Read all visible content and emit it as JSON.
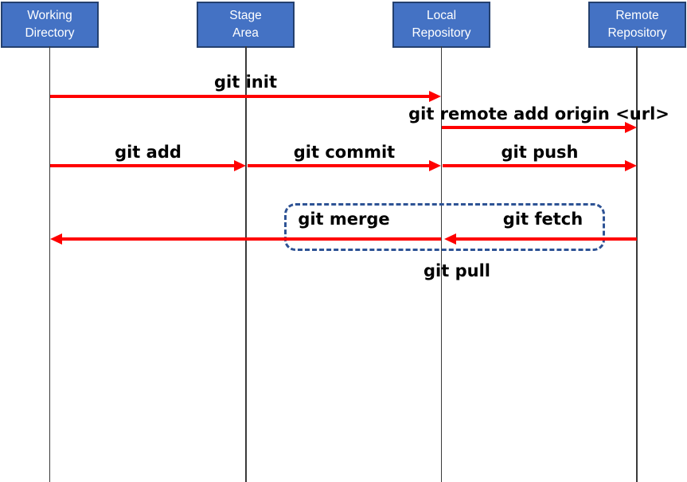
{
  "diagram": {
    "type": "sequence-diagram",
    "actors": [
      {
        "id": "working-directory",
        "label": "Working\nDirectory"
      },
      {
        "id": "stage-area",
        "label": "Stage\nArea"
      },
      {
        "id": "local-repository",
        "label": "Local\nRepository"
      },
      {
        "id": "remote-repository",
        "label": "Remote\nRepository"
      }
    ],
    "messages": [
      {
        "label": "git init",
        "from": "Working Directory",
        "to": "Local Repository"
      },
      {
        "label": "git remote add origin <url>",
        "from": "Local Repository",
        "to": "Remote Repository"
      },
      {
        "label": "git add",
        "from": "Working Directory",
        "to": "Stage Area"
      },
      {
        "label": "git commit",
        "from": "Stage Area",
        "to": "Local Repository"
      },
      {
        "label": "git push",
        "from": "Local Repository",
        "to": "Remote Repository"
      },
      {
        "label": "git fetch",
        "from": "Remote Repository",
        "to": "Local Repository"
      },
      {
        "label": "git merge",
        "from": "Local Repository",
        "to": "Working Directory"
      }
    ],
    "group": {
      "label": "git pull",
      "contains": [
        "git fetch",
        "git merge"
      ]
    },
    "colors": {
      "actor_fill": "#4472C4",
      "actor_border": "#24406E",
      "actor_text": "#FFFFFF",
      "arrow": "#FF0000",
      "group_border": "#2E5395",
      "lifeline": "#3A3A3A",
      "label_text": "#000000"
    }
  }
}
